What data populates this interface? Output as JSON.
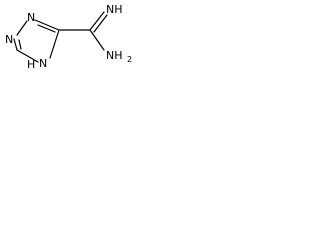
{
  "molecule": {
    "atoms": {
      "n1": "N",
      "n2": "N",
      "n4": "N",
      "h4": "H",
      "imine": "NH",
      "amine": "NH",
      "amine_sub": "2"
    }
  }
}
